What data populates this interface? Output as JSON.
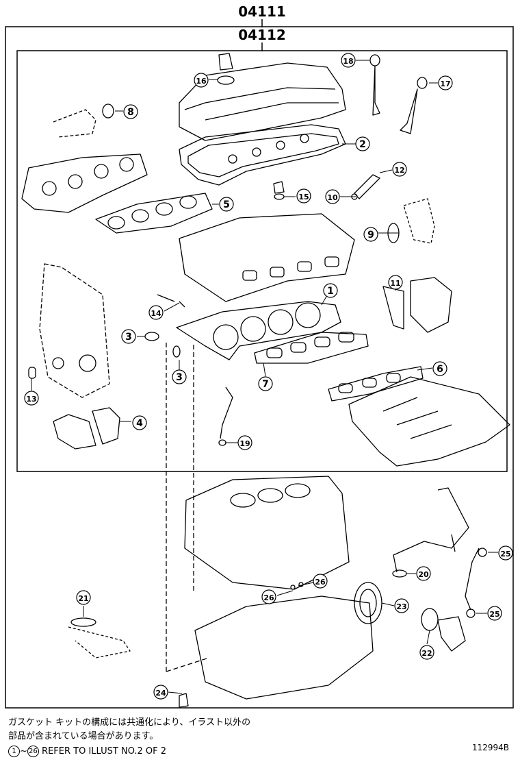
{
  "header": {
    "outer_part_no": "04111",
    "inner_part_no": "04112"
  },
  "callouts": [
    "1",
    "2",
    "3",
    "3",
    "4",
    "5",
    "6",
    "7",
    "8",
    "9",
    "10",
    "11",
    "12",
    "13",
    "14",
    "15",
    "16",
    "17",
    "18",
    "19",
    "20",
    "21",
    "22",
    "23",
    "24",
    "25",
    "25",
    "26",
    "26"
  ],
  "footer": {
    "japanese_note_line1": "ガスケット キットの構成には共通化により、イラスト以外の",
    "japanese_note_line2": "部品が含まれている場合があります。",
    "ref_range_start": "1",
    "ref_range_end": "26",
    "ref_text": "REFER TO ILLUST NO.2 OF 2",
    "illustration_code": "112994B"
  }
}
